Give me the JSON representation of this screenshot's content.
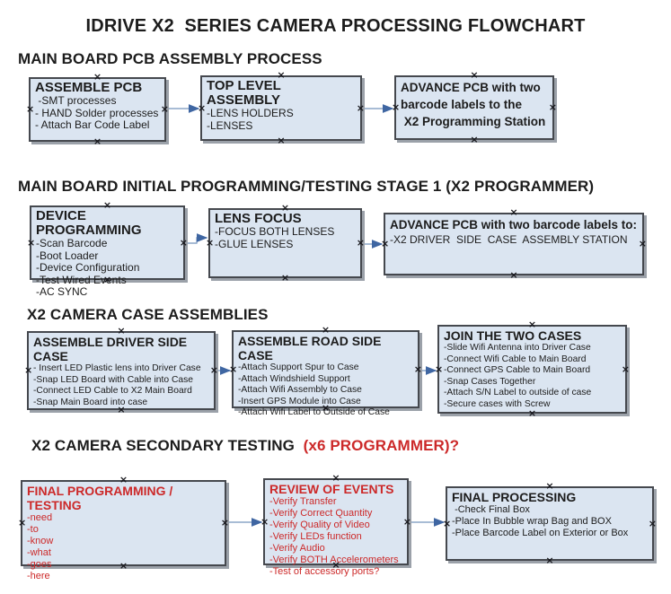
{
  "title": "IDRIVE X2  SERIES CAMERA PROCESSING FLOWCHART",
  "colors": {
    "box_fill": "#dbe5f1",
    "box_border": "#45484e",
    "box_shadow": "#9ba1a9",
    "arrow_line": "#8ba5c7",
    "arrow_head": "#3f66a2",
    "red": "#cc2929",
    "text": "#1c1c1c"
  },
  "sections": [
    {
      "heading": "MAIN BOARD PCB ASSEMBLY PROCESS",
      "heading_red": "",
      "boxes": [
        {
          "title": "ASSEMBLE PCB",
          "items": [
            " -SMT processes",
            "- HAND Solder processes",
            "- Attach Bar Code Label"
          ]
        },
        {
          "title": "TOP LEVEL ASSEMBLY",
          "items": [
            "-LENS HOLDERS",
            "-LENSES"
          ]
        },
        {
          "title": "ADVANCE PCB with two\nbarcode labels to the\n X2 Programming Station",
          "items": []
        }
      ]
    },
    {
      "heading": "MAIN BOARD INITIAL PROGRAMMING/TESTING STAGE 1 (X2 PROGRAMMER)",
      "heading_red": "",
      "boxes": [
        {
          "title": "DEVICE PROGRAMMING",
          "items": [
            "-Scan Barcode",
            "-Boot Loader",
            "-Device Configuration",
            "-Test Wired Events",
            "-AC SYNC"
          ]
        },
        {
          "title": "LENS FOCUS",
          "items": [
            "-FOCUS BOTH LENSES",
            "-GLUE LENSES"
          ]
        },
        {
          "title": "ADVANCE PCB with two barcode labels to:",
          "items": [
            "-X2 DRIVER  SIDE  CASE  ASSEMBLY STATION"
          ]
        }
      ]
    },
    {
      "heading": "X2 CAMERA CASE ASSEMBLIES",
      "heading_red": "",
      "boxes": [
        {
          "title": "ASSEMBLE DRIVER SIDE CASE",
          "items": [
            "- Insert LED Plastic lens into Driver Case",
            "-Snap LED Board with Cable into Case",
            "-Connect LED Cable to X2 Main Board",
            "-Snap Main Board into case"
          ]
        },
        {
          "title": "ASSEMBLE ROAD SIDE CASE",
          "items": [
            "-Attach Support Spur to Case",
            "-Attach Windshield Support",
            "-Attach Wifi Assembly to Case",
            "-Insert GPS Module into Case",
            "-Attach Wifi Label to Outside of Case"
          ]
        },
        {
          "title": "JOIN THE TWO CASES",
          "items": [
            "-Slide Wifi Antenna into Driver Case",
            "-Connect Wifi Cable to Main Board",
            "-Connect GPS Cable to Main Board",
            "-Snap Cases Together",
            "-Attach S/N Label to outside of case",
            "-Secure cases with Screw"
          ]
        }
      ]
    },
    {
      "heading": "X2 CAMERA SECONDARY TESTING",
      "heading_red": "  (x6 PROGRAMMER)?",
      "boxes": [
        {
          "title": "FINAL PROGRAMMING / TESTING",
          "items": [
            "-need",
            "-to",
            "-know",
            "-what",
            "-goes",
            "-here"
          ]
        },
        {
          "title": "REVIEW OF EVENTS",
          "items": [
            "-Verify Transfer",
            "-Verify Correct Quantity",
            "-Verify Quality of Video",
            "-Verify LEDs function",
            "-Verify Audio",
            "-Verify BOTH Accelerometers",
            "-Test of accessory ports?"
          ]
        },
        {
          "title": "FINAL PROCESSING",
          "items": [
            " -Check Final Box",
            "-Place In Bubble wrap Bag and BOX",
            "-Place Barcode Label on Exterior or Box"
          ]
        }
      ]
    }
  ]
}
